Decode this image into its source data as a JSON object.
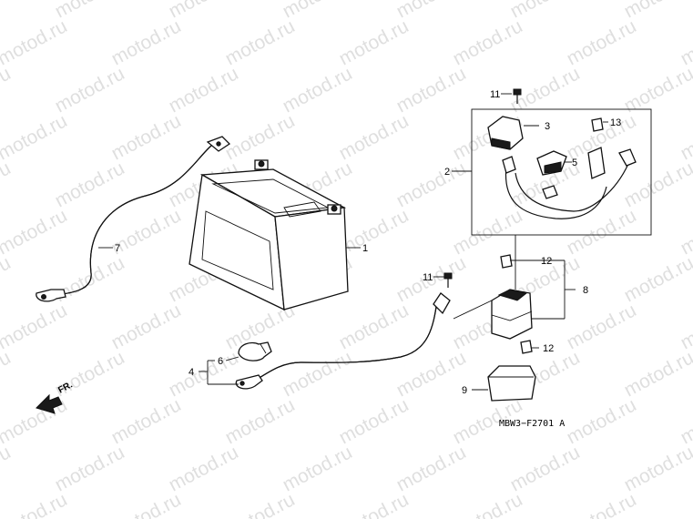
{
  "watermark": {
    "text": "motod.ru",
    "color": "#b9b9b9"
  },
  "callouts": {
    "n1": "1",
    "n2": "2",
    "n3": "3",
    "n4": "4",
    "n5": "5",
    "n6": "6",
    "n7": "7",
    "n8": "8",
    "n9": "9",
    "n11a": "11",
    "n11b": "11",
    "n12a": "12",
    "n12b": "12",
    "n13": "13"
  },
  "direction_label": "FR.",
  "diagram_code": "MBW3−F2701 A"
}
